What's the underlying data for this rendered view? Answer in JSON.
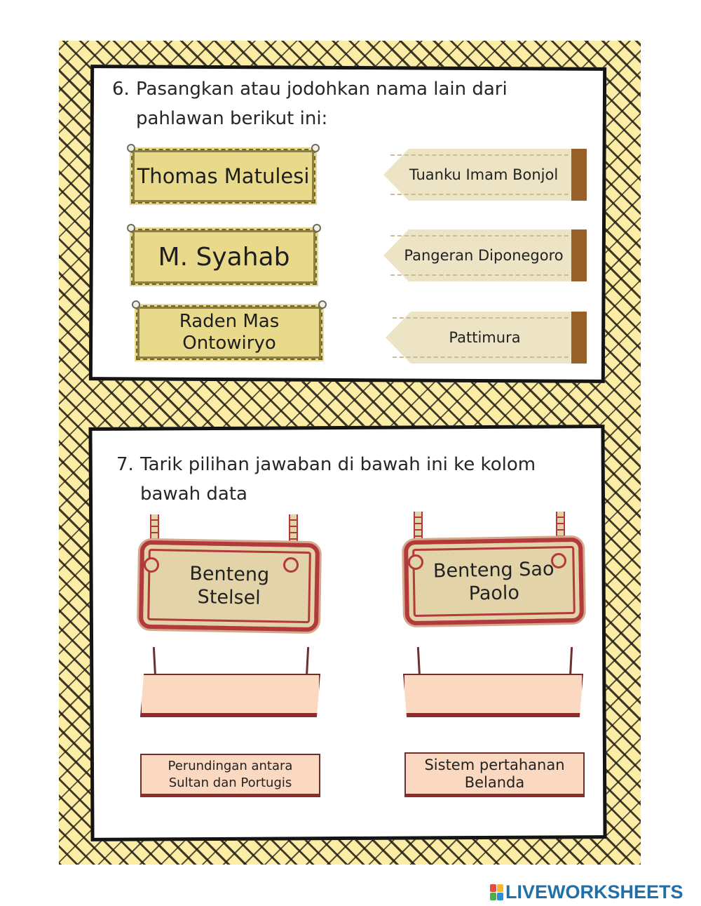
{
  "question6": {
    "number": "6.",
    "line1": "Pasangkan atau jodohkan nama lain dari",
    "line2": "pahlawan berikut ini:",
    "boards": [
      "Thomas Matulesi",
      "M. Syahab",
      "Raden Mas Ontowiryo"
    ],
    "tags": [
      "Tuanku Imam Bonjol",
      "Pangeran Diponegoro",
      "Pattimura"
    ]
  },
  "question7": {
    "number": "7.",
    "line1": "Tarik pilihan jawaban di bawah ini ke kolom",
    "line2": "bawah data",
    "signs": [
      "Benteng Stelsel",
      "Benteng Sao Paolo"
    ],
    "answers": [
      "Perundingan antara Sultan dan Portugis",
      "Sistem pertahanan Belanda"
    ]
  },
  "brand": {
    "text": "LIVEWORKSHEETS",
    "logo_colors": [
      "#e94b3c",
      "#f5b82e",
      "#4caf50",
      "#2c8fd6"
    ]
  }
}
